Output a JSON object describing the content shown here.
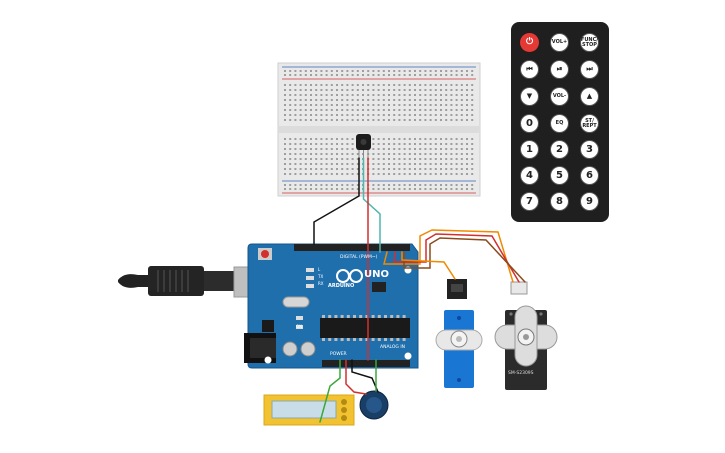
{
  "arduino": {
    "brand": "ARDUINO",
    "model": "UNO",
    "digital_label": "DIGITAL (PWM~)",
    "power_label": "POWER",
    "analog_label": "ANALOG IN",
    "tx_label": "TX",
    "rx_label": "RX",
    "l_label": "L",
    "on_label": "ON"
  },
  "remote": {
    "buttons": [
      {
        "label": "⏻",
        "kind": "power",
        "icon": "power-icon"
      },
      {
        "label": "VOL+",
        "kind": "text"
      },
      {
        "label": "FUNC/ STOP",
        "kind": "text"
      },
      {
        "label": "⏮",
        "kind": "icon",
        "icon": "skip-back-icon"
      },
      {
        "label": "⏯",
        "kind": "icon",
        "icon": "play-pause-icon"
      },
      {
        "label": "⏭",
        "kind": "icon",
        "icon": "skip-forward-icon"
      },
      {
        "label": "▼",
        "kind": "icon",
        "icon": "down-arrow-icon"
      },
      {
        "label": "VOL-",
        "kind": "text"
      },
      {
        "label": "▲",
        "kind": "icon",
        "icon": "up-arrow-icon"
      },
      {
        "label": "0",
        "kind": "num"
      },
      {
        "label": "EQ",
        "kind": "text"
      },
      {
        "label": "ST/ REPT",
        "kind": "text"
      },
      {
        "label": "1",
        "kind": "num"
      },
      {
        "label": "2",
        "kind": "num"
      },
      {
        "label": "3",
        "kind": "num"
      },
      {
        "label": "4",
        "kind": "num"
      },
      {
        "label": "5",
        "kind": "num"
      },
      {
        "label": "6",
        "kind": "num"
      },
      {
        "label": "7",
        "kind": "num"
      },
      {
        "label": "8",
        "kind": "num"
      },
      {
        "label": "9",
        "kind": "num"
      }
    ]
  },
  "servo_large": {
    "label": "SM-S2309S"
  },
  "colors": {
    "arduino_blue": "#1f6fad",
    "remote_body": "#1f1f1f",
    "power_red": "#e53935",
    "servo_blue": "#1976d2",
    "servo_black": "#2b2b2b",
    "lcd_yellow": "#f2c230",
    "lcd_screen": "#c9dde8",
    "pot_blue": "#1a3f66",
    "wire_red": "#d32f2f",
    "wire_black": "#111111",
    "wire_orange": "#f08a00",
    "wire_brown": "#8b4a1c",
    "wire_teal": "#4fb6b0",
    "wire_green": "#3aa83a",
    "breadboard": "#e9e9e9"
  }
}
